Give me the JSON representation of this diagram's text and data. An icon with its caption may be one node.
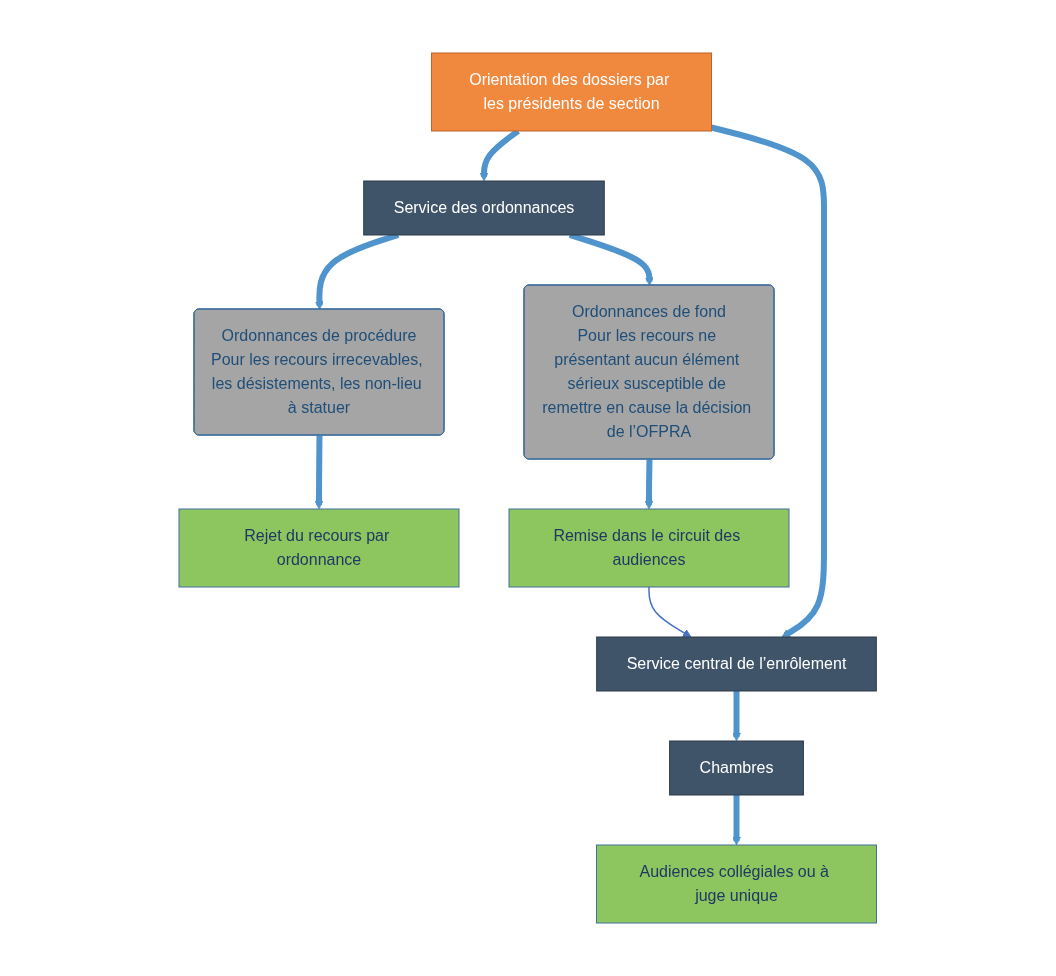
{
  "diagram": {
    "nodes": [
      {
        "text": [
          "Orientation des dossiers par les présidents de section"
        ]
      },
      {
        "text": [
          "Service des ordonnances"
        ]
      },
      {
        "text": [
          "Service central de l’enrôlement"
        ]
      },
      {
        "text": [
          "Ordonnances de procédure",
          "Pour les recours irrecevables, les désistements, les non-lieu à statuer"
        ]
      },
      {
        "text": [
          "Ordonnances de fond",
          "Pour les recours ne présentant aucun élément sérieux susceptible de remettre en cause la décision de l’OFPRA"
        ]
      },
      {
        "text": [
          "Chambres"
        ]
      },
      {
        "text": [
          "Audiences collégiales ou à juge unique"
        ]
      },
      {
        "text": [
          "Rejet du recours par ordonnance"
        ]
      },
      {
        "text": [
          "Remise dans le circuit des audiences"
        ]
      }
    ],
    "edges": [
      {
        "from": 0,
        "to": 1,
        "arrow": "to"
      },
      {
        "from": 0,
        "to": 2,
        "arrow": "to"
      },
      {
        "from": 1,
        "to": 3,
        "arrow": "to"
      },
      {
        "from": 1,
        "to": 4,
        "arrow": "to"
      },
      {
        "from": 2,
        "to": 5,
        "arrow": "to"
      },
      {
        "from": 5,
        "to": 6,
        "arrow": "to"
      },
      {
        "from": 3,
        "to": 7,
        "arrow": "to"
      },
      {
        "from": 4,
        "to": 8,
        "arrow": "to"
      },
      {
        "from": 8,
        "to": 2,
        "arrow": "to",
        "color": "#4472c4"
      }
    ]
  }
}
